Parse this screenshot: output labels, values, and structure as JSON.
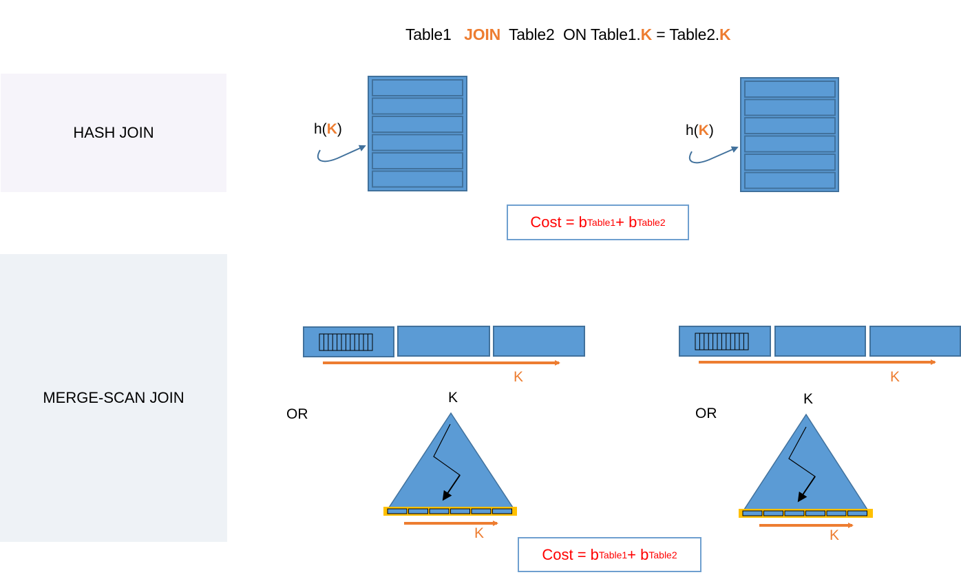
{
  "header": {
    "table1": "Table1",
    "join_keyword": "JOIN",
    "table2": "Table2",
    "on_clause_prefix": "ON Table1.",
    "key1": "K",
    "equals_part": " = Table2.",
    "key2": "K"
  },
  "sections": {
    "hash_join": {
      "label": "HASH JOIN"
    },
    "merge_scan_join": {
      "label": "MERGE-SCAN JOIN"
    }
  },
  "hash_join": {
    "hash_fn_prefix": "h(",
    "hash_key": "K",
    "hash_fn_suffix": ")",
    "buckets_per_table": 6,
    "cost": {
      "prefix": "Cost = b",
      "sub1": "Table1",
      "plus": " + b",
      "sub2": "Table2"
    }
  },
  "merge_scan": {
    "sort_key_label": "K",
    "or_label": "OR",
    "index_root_label": "K",
    "leaf_scan_label": "K",
    "pages_per_table": 3,
    "leaf_pages": 6,
    "cost": {
      "prefix": "Cost = b",
      "sub1": "Table1",
      "plus": " + b",
      "sub2": "Table2"
    }
  },
  "colors": {
    "block_fill": "#5B9BD5",
    "block_stroke": "#41719C",
    "key_orange": "#ED7D31",
    "cost_red": "#FF0000",
    "cost_border": "#6E9FCF",
    "leaf_highlight": "#FFC000"
  }
}
